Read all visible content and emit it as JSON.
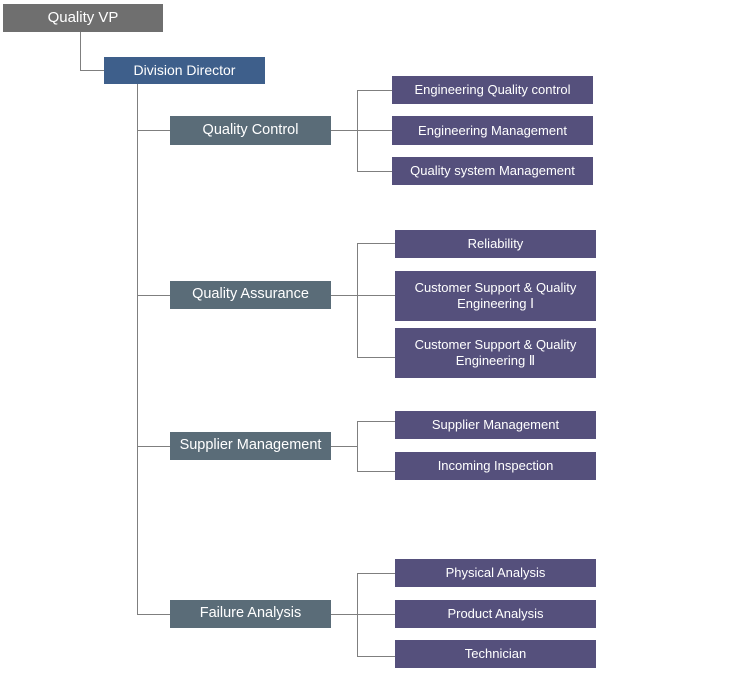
{
  "org": {
    "top": "Quality VP",
    "director": "Division Director",
    "departments": [
      {
        "label": "Quality Control",
        "teams": [
          "Engineering Quality control",
          "Engineering Management",
          "Quality system Management"
        ]
      },
      {
        "label": "Quality Assurance",
        "teams": [
          "Reliability",
          "Customer Support & Quality Engineering Ⅰ",
          "Customer Support & Quality Engineering Ⅱ"
        ]
      },
      {
        "label": "Supplier Management",
        "teams": [
          "Supplier Management",
          "Incoming Inspection"
        ]
      },
      {
        "label": "Failure Analysis",
        "teams": [
          "Physical Analysis",
          "Product Analysis",
          "Technician"
        ]
      }
    ]
  },
  "colors": {
    "top_box": "#6f6f6f",
    "director_box": "#3e5f8b",
    "department_box": "#5a6c78",
    "team_box": "#55507c",
    "connector": "#7f7f7f"
  }
}
